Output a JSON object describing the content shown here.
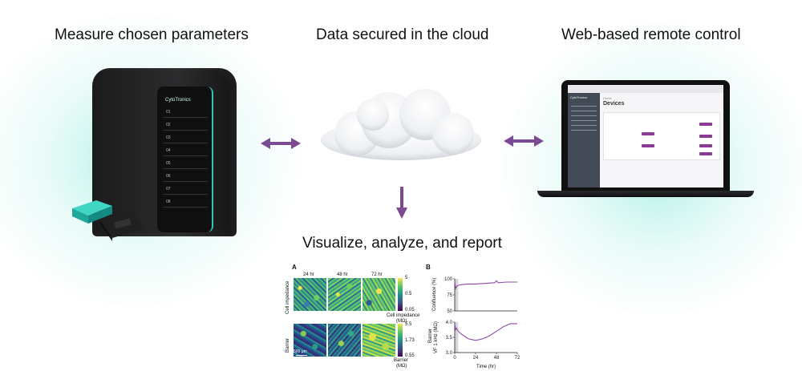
{
  "headings": {
    "measure": "Measure chosen parameters",
    "cloud": "Data secured in the cloud",
    "remote": "Web-based remote control",
    "visualize": "Visualize, analyze, and report"
  },
  "device": {
    "logo": "CytoTronics",
    "slots": [
      "01",
      "02",
      "03",
      "04",
      "05",
      "06",
      "07",
      "08"
    ]
  },
  "laptop": {
    "app_logo": "CytoTronics",
    "breadcrumb": "Home",
    "page_title": "Devices"
  },
  "colors": {
    "arrow": "#7a4a93",
    "glow": "#7fe6d6",
    "plot_line": "#8c4aa8",
    "device_accent": "#2fc8b8"
  },
  "figure": {
    "panel_a_label": "A",
    "panel_b_label": "B",
    "time_labels": [
      "24 hr",
      "48 hr",
      "72 hr"
    ],
    "row_labels": [
      "Cell impedance",
      "Barrier"
    ],
    "colorbar_impedance_ticks": [
      "5",
      "0.5",
      "0.05"
    ],
    "colorbar_impedance_label_1": "Cell impedance",
    "colorbar_impedance_label_2": "(MΩ)",
    "colorbar_barrier_ticks": [
      "5.5",
      "1.73",
      "0.55"
    ],
    "colorbar_barrier_label_1": "Barrier",
    "colorbar_barrier_label_2": "(MΩ)",
    "scale_bar": "500 µm"
  },
  "chart_data": [
    {
      "type": "line",
      "ylabel": "Confluence (%)",
      "xlabel": "",
      "xlim": [
        0,
        72
      ],
      "ylim": [
        50,
        100
      ],
      "yticks": [
        "100",
        "75",
        "50"
      ],
      "series": [
        {
          "x": [
            0,
            1,
            2,
            4,
            8,
            16,
            24,
            36,
            46,
            48,
            50,
            60,
            72
          ],
          "values": [
            96,
            85,
            88,
            90,
            91,
            92,
            92,
            93,
            94,
            97,
            94,
            95,
            95
          ]
        }
      ]
    },
    {
      "type": "line",
      "ylabel": "Barrier",
      "ylabel2": "VF 1 kHz (MΩ)",
      "xlabel": "Time (hr)",
      "xlim": [
        0,
        72
      ],
      "ylim": [
        3.0,
        4.0
      ],
      "yticks": [
        "4.0",
        "3.5",
        "3.0"
      ],
      "xticks": [
        "0",
        "24",
        "48",
        "72"
      ],
      "series": [
        {
          "x": [
            0,
            1,
            2,
            4,
            8,
            12,
            16,
            24,
            32,
            40,
            48,
            56,
            64,
            72
          ],
          "values": [
            3.95,
            3.75,
            3.8,
            3.7,
            3.6,
            3.52,
            3.45,
            3.4,
            3.45,
            3.55,
            3.7,
            3.85,
            3.95,
            3.95
          ]
        }
      ]
    }
  ]
}
